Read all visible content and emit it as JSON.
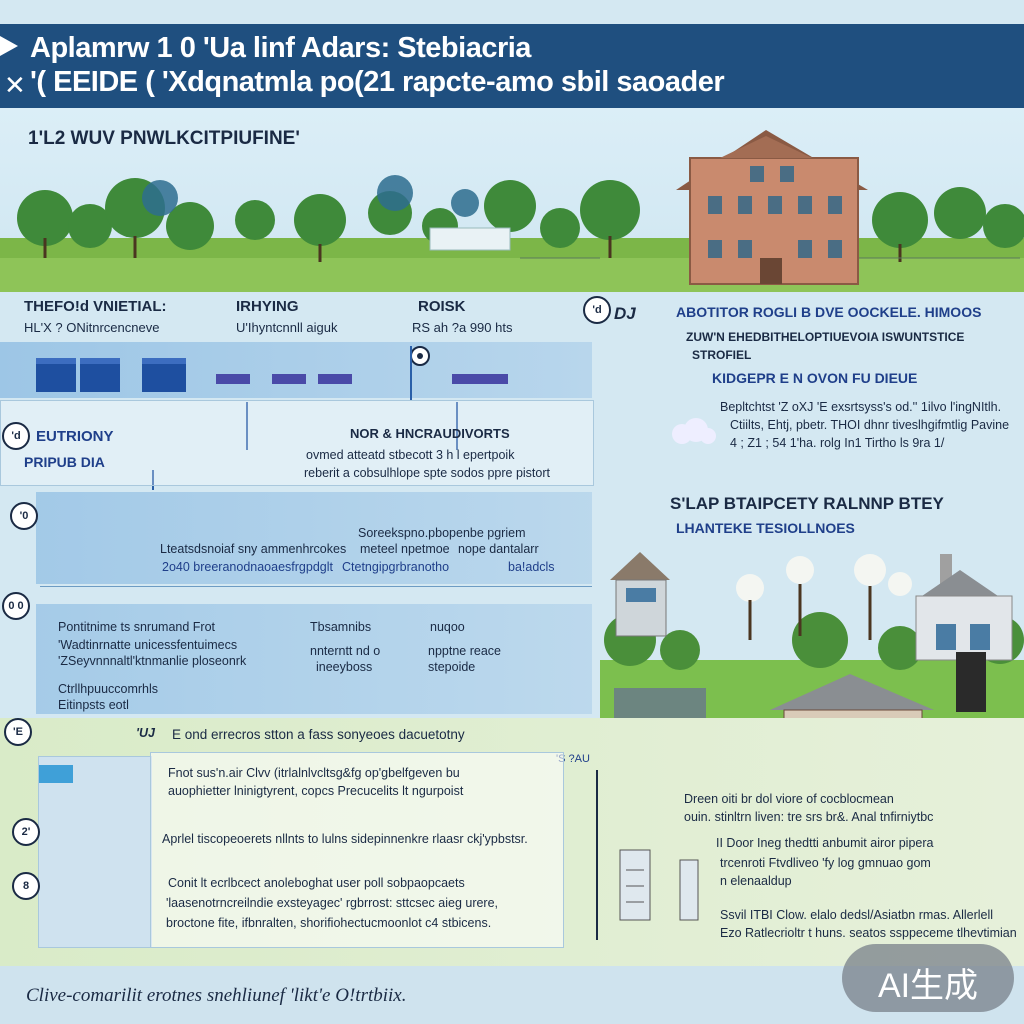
{
  "header": {
    "line1": "Aplamrw 1 0 'Ua linf Adars: Stebiacria",
    "line2": "'( EEIDE ( 'Xdqnatmla po(21 rapcte-amo sbil saoader"
  },
  "top_section": {
    "title": "1'L2 WUV PNWLKCITPIUFINE'"
  },
  "cols": [
    {
      "head": "THEFO!d VNIETIAL:",
      "sub": "HL'X ? ONitnrcencneve"
    },
    {
      "head": "IRHYING",
      "sub": "U'Ihyntcnnll aiguk"
    },
    {
      "head": "ROISK",
      "sub": "RS ah ?a 990 hts"
    }
  ],
  "right_block_1": {
    "marker": "'d",
    "head": "ABOTITOR ROGLI B DVE OOCKELE. HIMOOS",
    "line1": "ZUW'N EHEDBITHELOPTIUEVOIA ISWUNTSTICE",
    "line2": "STROFIEL",
    "line3": "KIDGEPR E N OVON FU DIEUE",
    "text1": "Bepltchtst 'Z oXJ 'E exsrtsyss's od.'' 1ilvo l'ingNItlh.",
    "text2": "Ctiilts, Ehtj, pbetr. THOI dhnr tiveslhgifmtlig Pavine",
    "text3": "4 ; Z1 ; 54 1'ha. rolg In1 Tirtho ls 9ra 1/"
  },
  "row_env": {
    "marker": "'d",
    "head1": "EUTRIONY",
    "head2": "PRIPUB DIA",
    "center_head": "NOR & HNCRAUDIVORTS",
    "center_l1": "ovmed atteatd stbecott 3 h l epertpoik",
    "center_l2": "reberit a cobsulhlope spte sodos ppre pistort"
  },
  "row2": {
    "marker": "'0",
    "c1": "Soreekspno.pbopenbe pgriem",
    "c2": "meteel npetmoe",
    "c3": "nope dantalarr",
    "t1": "Lteatsdsnoiaf sny ammenhrcokes",
    "t2": "2o40 breeranodnaoaesfrgpdglt",
    "t3": "Ctetngipgrbranotho",
    "t4": "ba!adcls"
  },
  "right_block_2": {
    "head": "S'LAP BTAIPCETY RALNNP BTEY",
    "sub": "LHANTEKE TESIOLLNOES"
  },
  "row3": {
    "marker": "0 0",
    "l1": "Pontitnime ts snrumand Frot",
    "l2": "'Wadtinrnatte unicessfentuimecs",
    "l3": "'ZSeyvnnnaltl'ktnmanlie ploseonrk",
    "l4": "Ctrllhpuuccomrhls",
    "l5": "Eitinpsts eotl",
    "m1": "Tbsamnibs",
    "m2": "nnterntt nd   o",
    "m3": "ineeyboss",
    "r1": "nuqoo",
    "r2": "npptne reace",
    "r3": "stepoide"
  },
  "row4": {
    "marker": "'E",
    "head": "E ond errecros stton a fass sonyeoes dacuetotny",
    "tag": "'UJ",
    "side_label": "'S ?AU",
    "p1": "Fnot sus'n.air Clvv (itrlalnlvcltsg&fg op'gbelfgeven bu",
    "p2": "auophietter  lninigtyrent, copcs Precucelits lt ngurpoist",
    "p3": "Aprlel tiscopeoerets nllnts to lulns sidepinnenkre rlaasr ckj'ypbstsr.",
    "p4": "Conit lt ecrlbcect anoleboghat user poll sobpaopcaets",
    "p5": "'laasenotrncreilndie exsteyagec' rgbrrost: sttcsec aieg urere,",
    "p6": "broctone fite, ifbnralten, shorifiohectucmoonlot c4 stbicens."
  },
  "row4_right": {
    "l1": "Dreen oiti br dol viore of cocblocmean",
    "l2": "ouin. stinltrn liven: tre srs br&. Anal tnfirniytbc",
    "l3": "II Door Ineg thedtti anbumit airor pipera",
    "l4": "trcenroti Ftvdliveo  'fy log gmnuao gom",
    "l5": "n elenaaldup",
    "l6": "Ssvil ITBI Clow. elalo dedsl/Asiatbn rmas. Allerlell",
    "l7": "Ezo Ratlecrioltr t huns. seatos ssppeceme tlhevtimian"
  },
  "markers_left": [
    "2'",
    "8"
  ],
  "footer": {
    "text": "Clive-comarilit erotnes snehliunef 'likt'e O!trtbiix."
  },
  "watermark": {
    "text": "AI生成"
  },
  "colors": {
    "header_bg": "#1f4f7f",
    "page_bg": "#d4e8f2",
    "accent": "#1f3f8a"
  }
}
